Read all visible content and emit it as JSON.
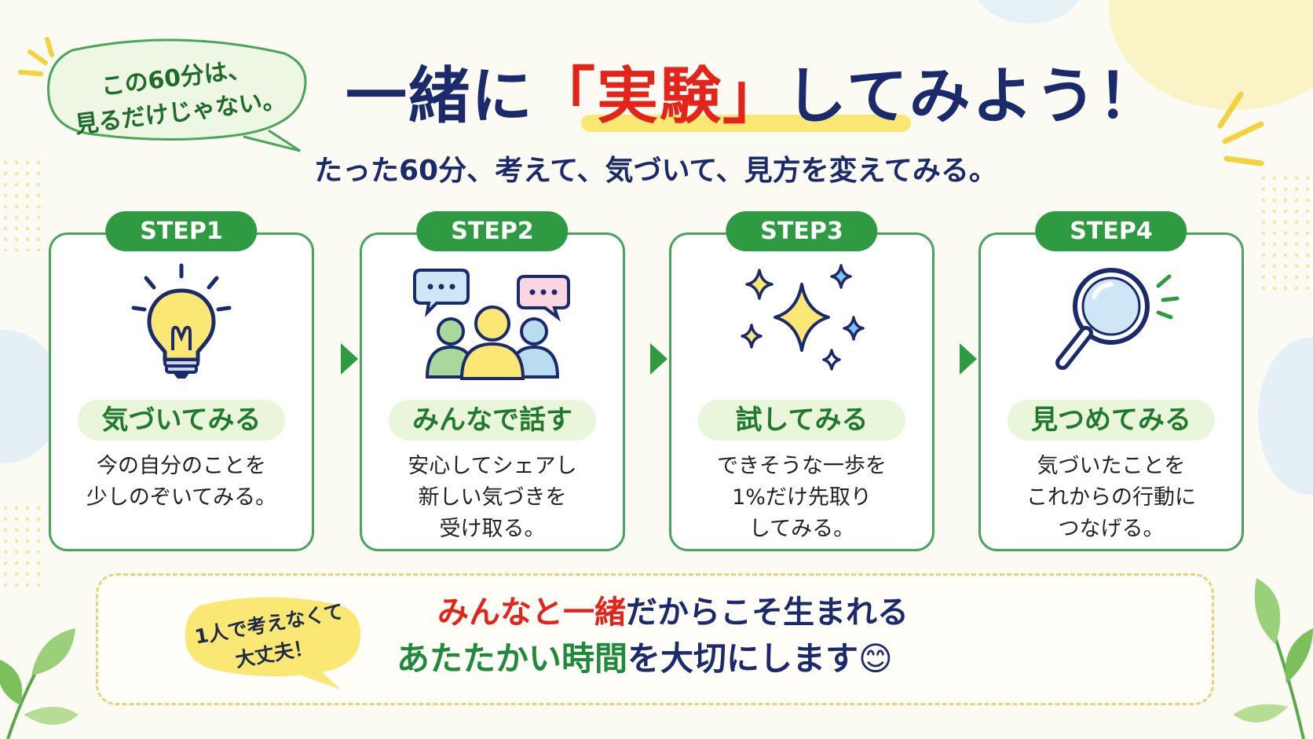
{
  "bubble_top": {
    "line1": "この60分は、",
    "line2": "見るだけじゃない。"
  },
  "headline": {
    "part1": "一緒に",
    "part2": "「実験」",
    "part3": "してみよう！"
  },
  "subtitle": "たった60分、考えて、気づいて、見方を変えてみる。",
  "steps": [
    {
      "tag": "STEP1",
      "title": "気づいてみる",
      "desc": [
        "今の自分のことを",
        "少しのぞいてみる。"
      ],
      "icon": "lightbulb-icon"
    },
    {
      "tag": "STEP2",
      "title": "みんなで話す",
      "desc": [
        "安心してシェアし",
        "新しい気づきを",
        "受け取る。"
      ],
      "icon": "people-chat-icon"
    },
    {
      "tag": "STEP3",
      "title": "試してみる",
      "desc": [
        "できそうな一歩を",
        "1%だけ先取り",
        "してみる。"
      ],
      "icon": "sparkle-icon"
    },
    {
      "tag": "STEP4",
      "title": "見つめてみる",
      "desc": [
        "気づいたことを",
        "これからの行動に",
        "つなげる。"
      ],
      "icon": "magnifier-icon"
    }
  ],
  "bubble_bottom": {
    "line1": "1人で考えなくて",
    "line2": "大丈夫！"
  },
  "message": {
    "line1_red": "みんなと一緒",
    "line1_rest": "だからこそ生まれる",
    "line2_green": "あたたかい時間",
    "line2_rest": "を大切にします",
    "emoji": "😊"
  },
  "colors": {
    "green": "#2e9a41",
    "navy": "#1b2a6b",
    "red": "#e4241b",
    "yellow": "#fbe774"
  }
}
